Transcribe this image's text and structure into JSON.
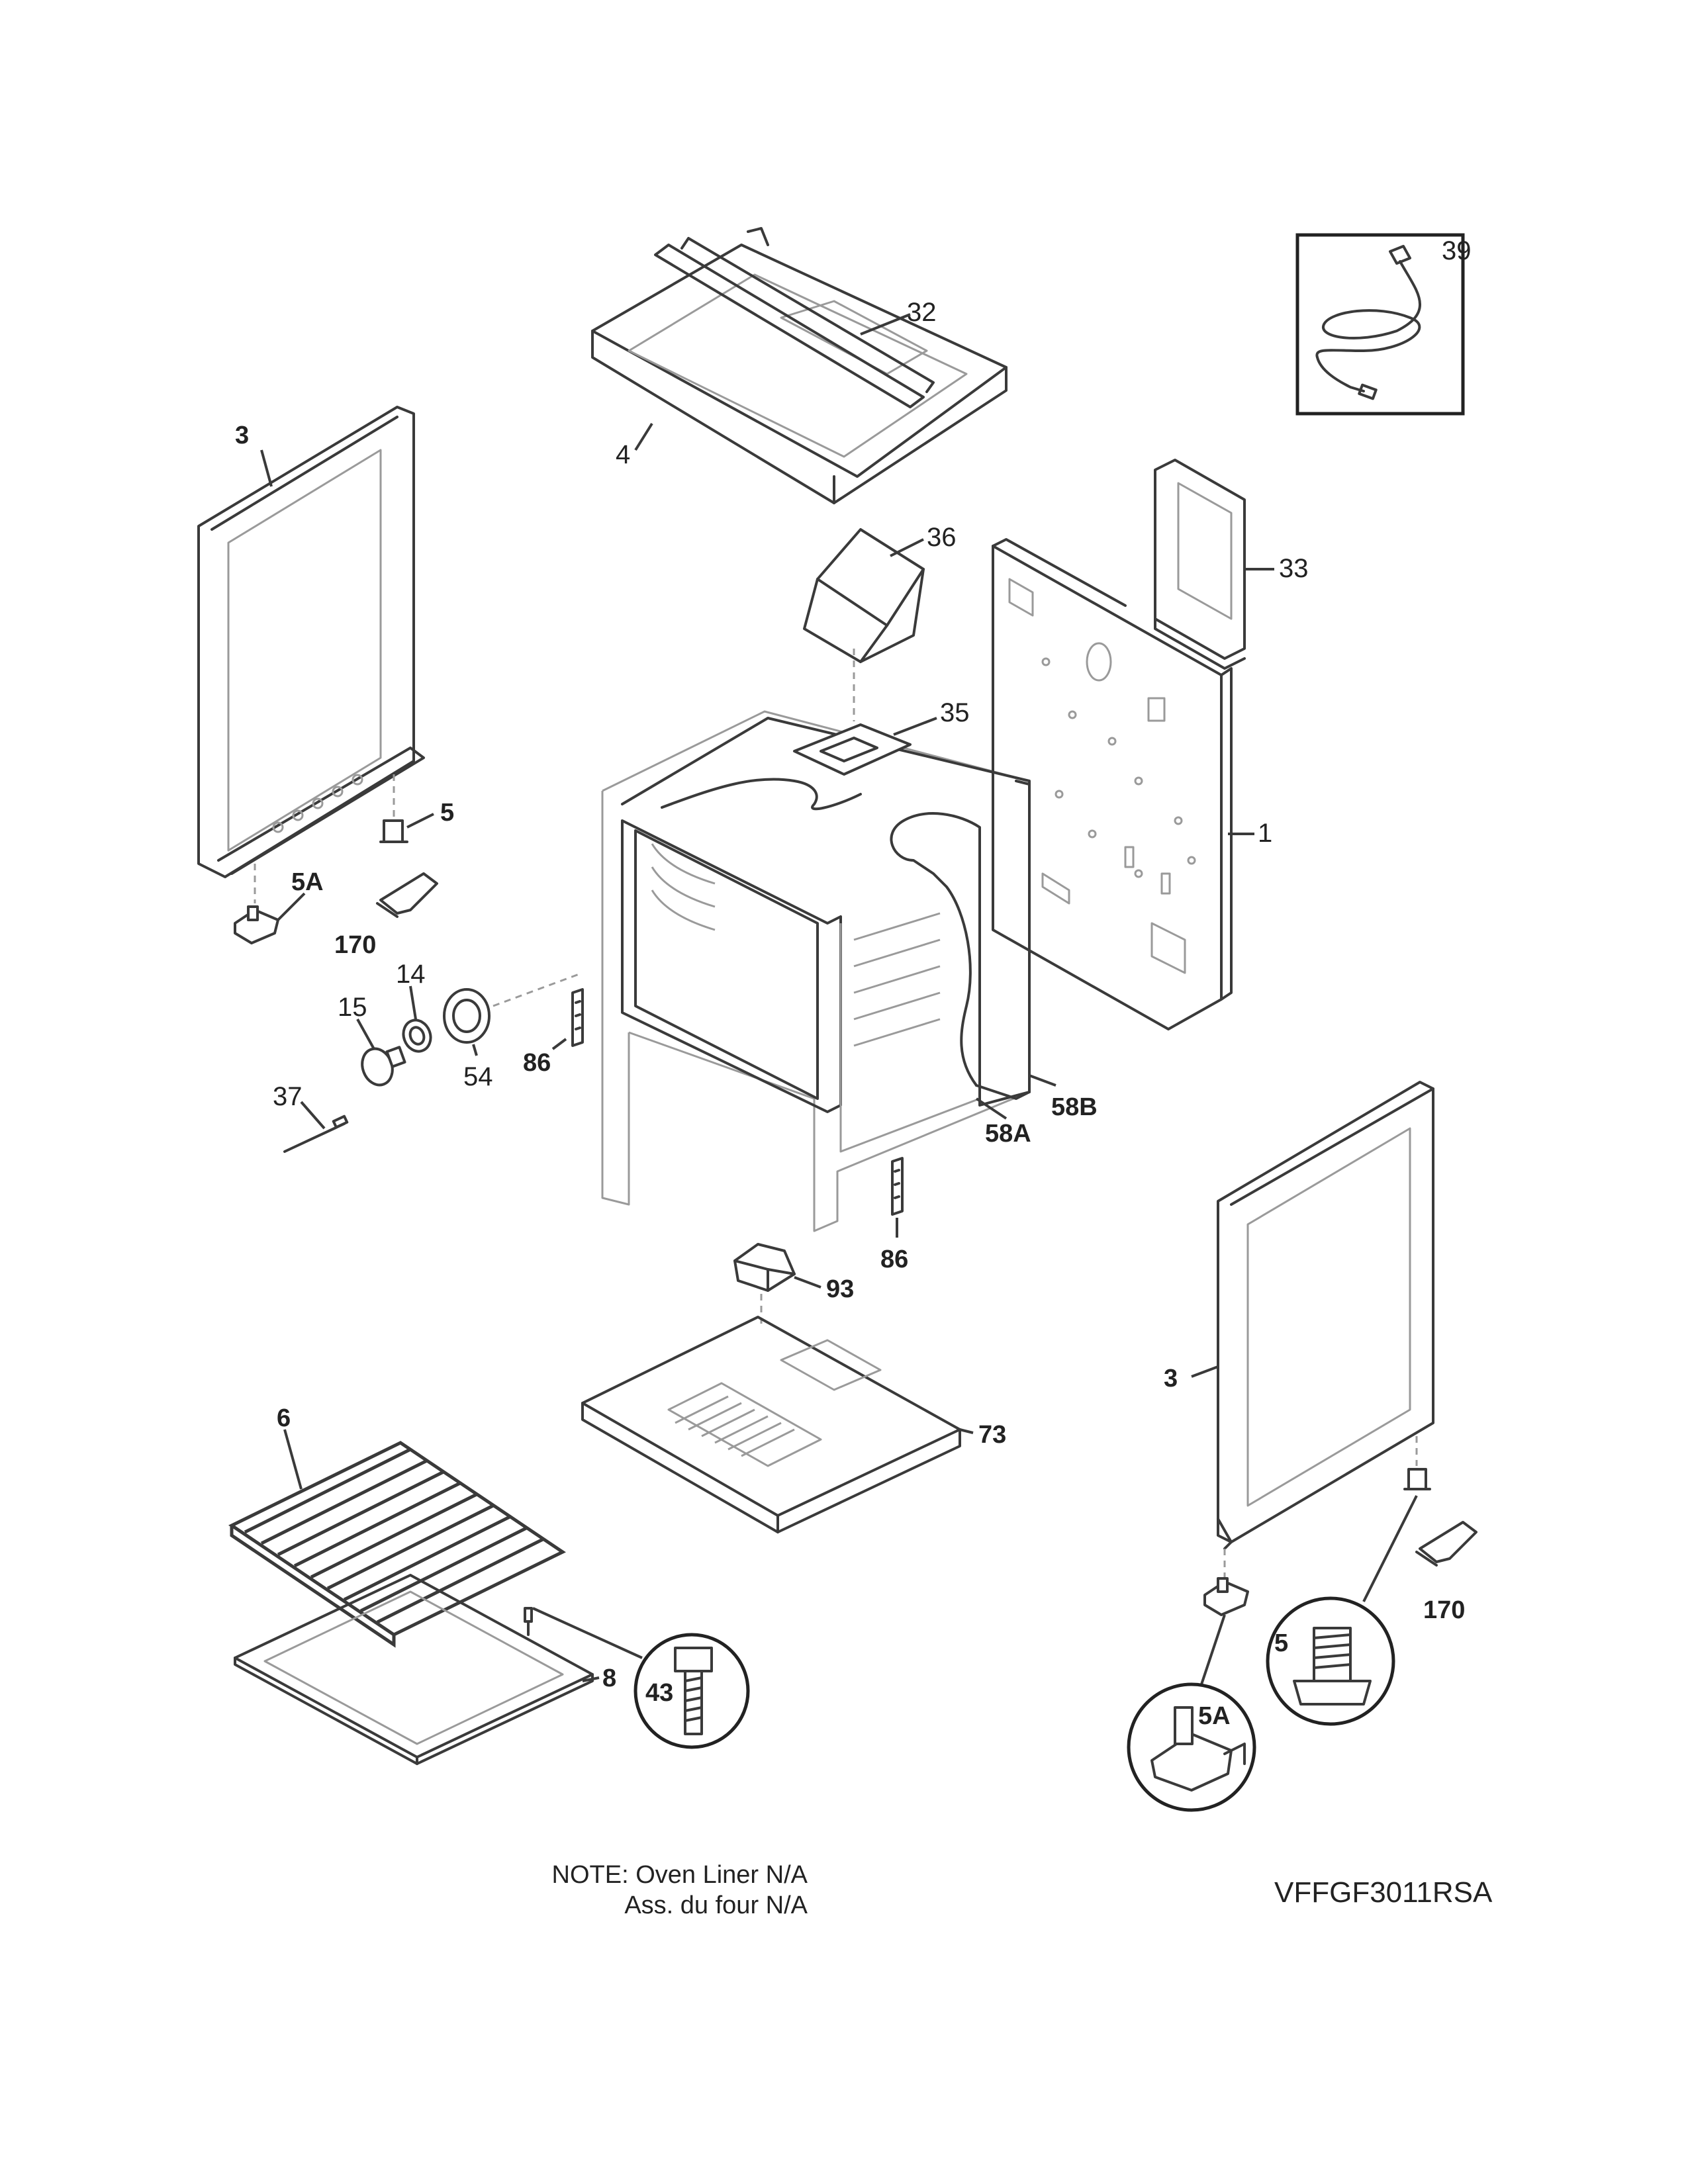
{
  "callouts": {
    "c39": "39",
    "c32": "32",
    "c4": "4",
    "c3_left": "3",
    "c36": "36",
    "c33": "33",
    "c35": "35",
    "c1": "1",
    "c5_left": "5",
    "c5a_left": "5A",
    "c170_left": "170",
    "c14": "14",
    "c15": "15",
    "c54": "54",
    "c86_left": "86",
    "c58a": "58A",
    "c58b": "58B",
    "c37": "37",
    "c86_right": "86",
    "c93": "93",
    "c3_right": "3",
    "c73": "73",
    "c6": "6",
    "c43": "43",
    "c8": "8",
    "c170_right": "170",
    "c5_right": "5",
    "c5a_right": "5A"
  },
  "note": {
    "line1": "NOTE: Oven Liner N/A",
    "line2": "Ass. du four N/A"
  },
  "model_number": "VFFGF3011RSA"
}
